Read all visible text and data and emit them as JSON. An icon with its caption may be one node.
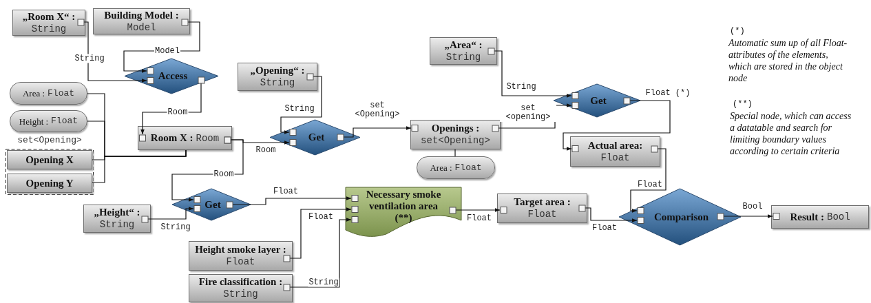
{
  "diagram": {
    "nodes": [
      {
        "text": [
          "„Room X“ :",
          "String"
        ]
      },
      {
        "text": [
          "Building Model :",
          "Model"
        ]
      },
      {
        "text": [
          "Access"
        ]
      },
      {
        "text": [
          "Area :",
          "Float"
        ]
      },
      {
        "text": [
          "Height :",
          "Float"
        ]
      },
      {
        "text": [
          "set<Opening>"
        ]
      },
      {
        "text": [
          "Opening X"
        ],
        "in": 5
      },
      {
        "text": [
          "Opening Y"
        ],
        "in": 5
      },
      {
        "text": [
          "Room X :",
          "Room"
        ]
      },
      {
        "text": [
          "„Opening“ :",
          "String"
        ]
      },
      {
        "text": [
          "Get"
        ]
      },
      {
        "text": [
          "Openings :",
          "set<Opening>"
        ]
      },
      {
        "text": [
          "Area :",
          "Float"
        ]
      },
      {
        "text": [
          "„Area“ :",
          "String"
        ]
      },
      {
        "text": [
          "Get"
        ]
      },
      {
        "text": [
          "Actual area:",
          "Float"
        ]
      },
      {
        "text": [
          "„Height“ :",
          "String"
        ]
      },
      {
        "text": [
          "Get"
        ]
      },
      {
        "text": [
          "Necessary smoke ventilation area",
          "(**)"
        ]
      },
      {
        "text": [
          "Height smoke layer :",
          "Float"
        ]
      },
      {
        "text": [
          "Fire classification :",
          "String"
        ]
      },
      {
        "text": [
          "Target area :",
          "Float"
        ]
      },
      {
        "text": [
          "Comparison"
        ]
      },
      {
        "text": [
          "Result :",
          "Bool"
        ]
      }
    ],
    "edges": [
      {
        "from": 0,
        "to": 2,
        "arrow": "to",
        "label": "String"
      },
      {
        "from": 1,
        "to": 2,
        "arrow": "to",
        "label": "Model"
      },
      {
        "from": 2,
        "to": 8,
        "arrow": "to",
        "label": "Room"
      },
      {
        "from": 3,
        "to": 8,
        "arrow": "none"
      },
      {
        "from": 4,
        "to": 8,
        "arrow": "none"
      },
      {
        "from": 6,
        "to": 8,
        "arrow": "none"
      },
      {
        "from": 7,
        "to": 8,
        "arrow": "none"
      },
      {
        "from": 8,
        "to": 10,
        "arrow": "to",
        "label": "Room"
      },
      {
        "from": 8,
        "to": 17,
        "arrow": "to",
        "label": "Room"
      },
      {
        "from": 9,
        "to": 10,
        "arrow": "to",
        "label": "String"
      },
      {
        "from": 10,
        "to": 11,
        "arrow": "to",
        "label": "set <Opening>"
      },
      {
        "from": 11,
        "to": 12,
        "arrow": "none"
      },
      {
        "from": 13,
        "to": 14,
        "arrow": "to",
        "label": "String"
      },
      {
        "from": 11,
        "to": 14,
        "arrow": "to",
        "label": "set <opening>"
      },
      {
        "from": 14,
        "to": 15,
        "arrow": "to",
        "label": "Float (*)"
      },
      {
        "from": 16,
        "to": 17,
        "arrow": "to",
        "label": "String"
      },
      {
        "from": 17,
        "to": 18,
        "arrow": "to",
        "label": "Float"
      },
      {
        "from": 19,
        "to": 18,
        "arrow": "to",
        "label": "Float"
      },
      {
        "from": 20,
        "to": 18,
        "arrow": "to",
        "label": "String"
      },
      {
        "from": 18,
        "to": 21,
        "arrow": "to",
        "label": "Float"
      },
      {
        "from": 15,
        "to": 22,
        "arrow": "to",
        "label": "Float"
      },
      {
        "from": 21,
        "to": 22,
        "arrow": "to",
        "label": "Float"
      },
      {
        "from": 22,
        "to": 23,
        "arrow": "to",
        "label": "Bool"
      }
    ],
    "labels": [
      "(*)",
      "Automatic sum up of all Float-attributes of the elements, which are stored in the object node",
      "(**)",
      "Special node, which can access a datatable and search for limiting boundary values according to certain criteria"
    ]
  }
}
